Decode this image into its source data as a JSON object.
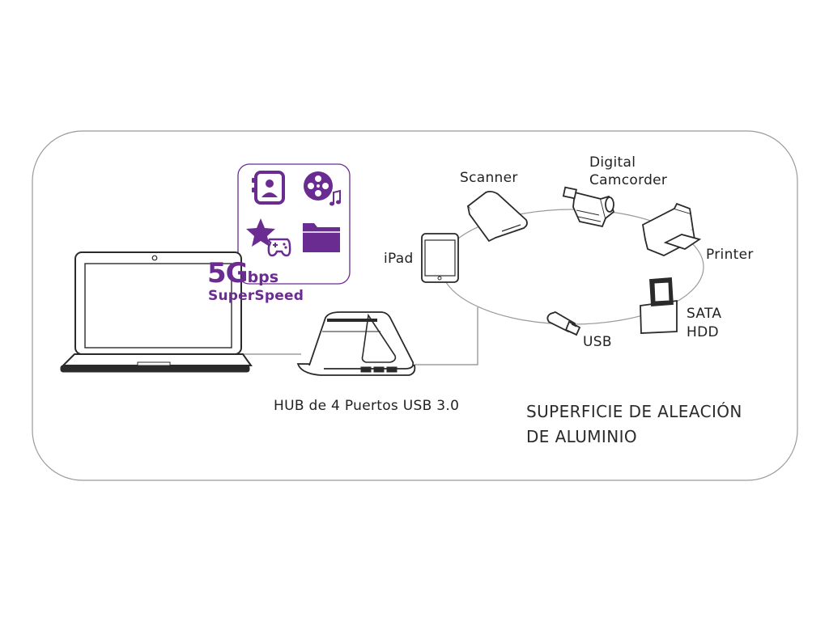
{
  "colors": {
    "accent": "#6a2c91",
    "line": "#8a8a8a",
    "frame": "#9a9a9a",
    "text": "#222222"
  },
  "speed": {
    "number": "5G",
    "unit": "bps",
    "label": "SuperSpeed"
  },
  "icons": [
    "contacts-icon",
    "film-music-icon",
    "star-gamepad-icon",
    "folder-icon"
  ],
  "devices": {
    "ipad": "iPad",
    "scanner": "Scanner",
    "camcorder_line1": "Digital",
    "camcorder_line2": "Camcorder",
    "printer": "Printer",
    "hdd_line1": "SATA",
    "hdd_line2": "HDD",
    "usb": "USB"
  },
  "hub_label": "HUB de 4 Puertos USB 3.0",
  "surface": {
    "line1": "SUPERFICIE DE ALEACIÓN",
    "line2": "DE ALUMINIO"
  }
}
